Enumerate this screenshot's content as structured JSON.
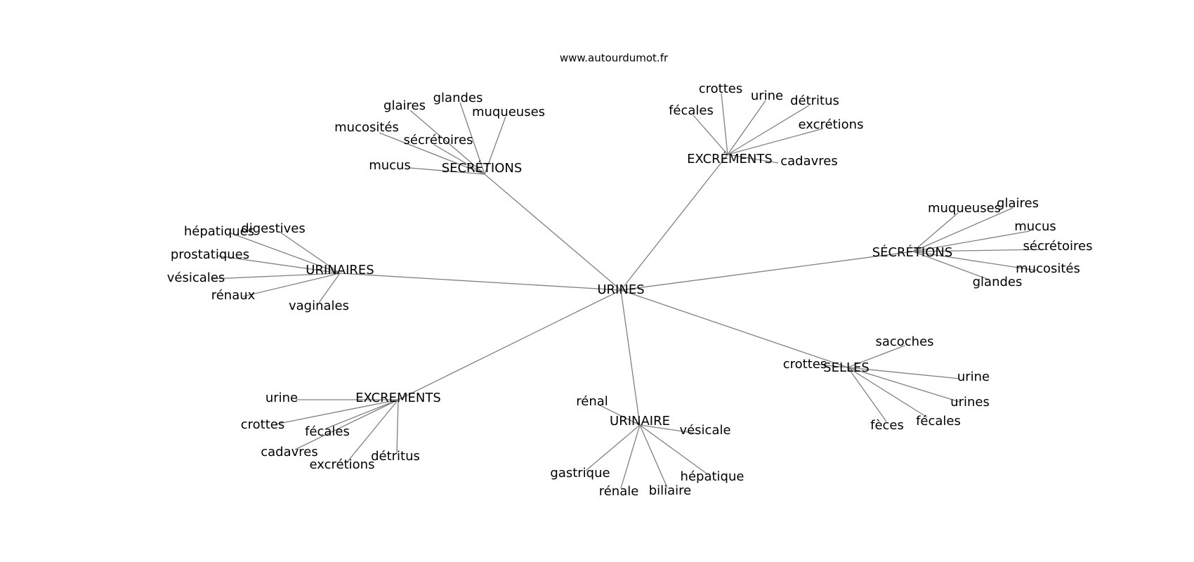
{
  "source": "www.autourdumot.fr",
  "root": "URINES",
  "clusters": [
    {
      "hub": "SECRÉTIONS",
      "children": [
        "mucus",
        "mucosités",
        "glaires",
        "glandes",
        "muqueuses",
        "sécrétoires"
      ]
    },
    {
      "hub": "EXCRÉMENTS",
      "children": [
        "fécales",
        "crottes",
        "urine",
        "détritus",
        "excrétions",
        "cadavres"
      ]
    },
    {
      "hub": "URINAIRES",
      "children": [
        "hépatiques",
        "digestives",
        "prostatiques",
        "vésicales",
        "rénaux",
        "vaginales"
      ]
    },
    {
      "hub": "SÉCRÉTIONS",
      "children": [
        "muqueuses",
        "glaires",
        "mucus",
        "sécrétoires",
        "mucosités",
        "glandes"
      ]
    },
    {
      "hub": "SELLES",
      "children": [
        "crottes",
        "sacoches",
        "urine",
        "urines",
        "fécales",
        "fèces"
      ]
    },
    {
      "hub": "EXCREMENTS",
      "children": [
        "urine",
        "crottes",
        "fécales",
        "cadavres",
        "excrétions",
        "détritus"
      ]
    },
    {
      "hub": "URINAIRE",
      "children": [
        "rénal",
        "vésicale",
        "gastrique",
        "rénale",
        "biliaire",
        "hépatique"
      ]
    }
  ]
}
